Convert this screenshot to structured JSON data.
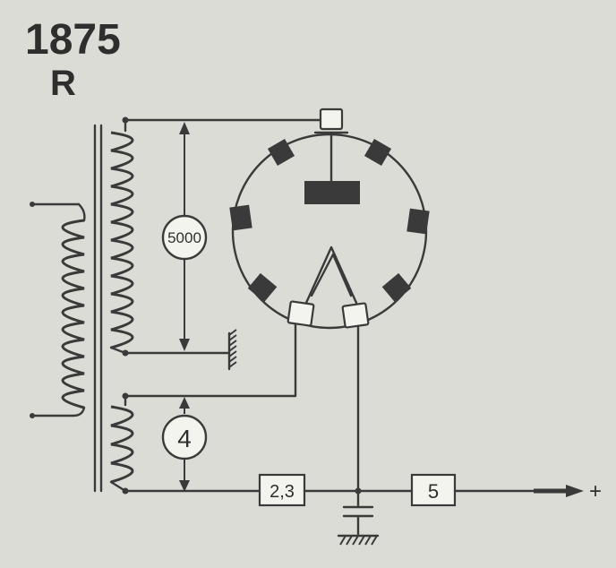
{
  "figure": {
    "number": "1875",
    "letter": "R"
  },
  "labels": {
    "high_voltage_meter": "5000",
    "filament_meter": "4",
    "box_rectifier": "2,3",
    "box_filter": "5",
    "plus_terminal": "+"
  },
  "colors": {
    "background": "#dcdcd6",
    "ink": "#3a3a3a",
    "box_fill": "#f4f4ef"
  }
}
